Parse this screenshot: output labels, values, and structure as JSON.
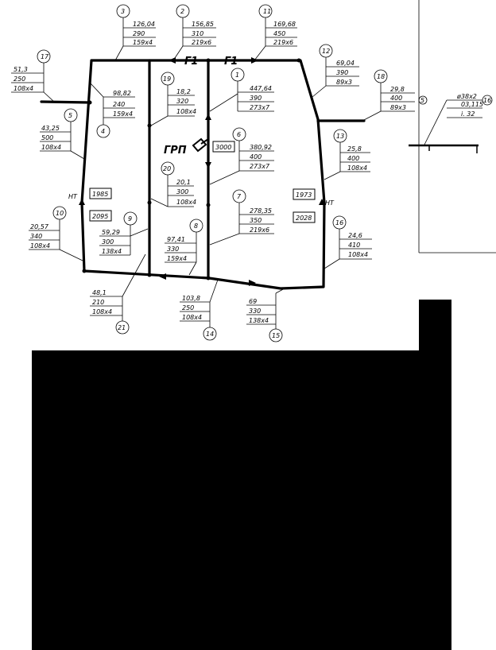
{
  "gas_line": "Г1",
  "station": {
    "label": "ГРП",
    "value": "3000"
  },
  "nt_label": "НТ",
  "box_values": {
    "b1985": "1985",
    "b2095": "2095",
    "b1973": "1973",
    "b2028": "2028",
    "b3000": "3000"
  },
  "detail": {
    "n": "16",
    "l1": "ø38x2",
    "l2": "03,115",
    "l3": "i. 32",
    "circle": "5"
  },
  "sections": {
    "s1": {
      "n": "1",
      "flow": "447,64",
      "len": "390",
      "dia": "273x7"
    },
    "s2": {
      "n": "2",
      "flow": "156,85",
      "len": "310",
      "dia": "219x6"
    },
    "s3": {
      "n": "3",
      "flow": "126,04",
      "len": "290",
      "dia": "159x4"
    },
    "s4": {
      "n": "4",
      "flow": "98,82",
      "len": "240",
      "dia": "159x4"
    },
    "s5": {
      "n": "5",
      "flow": "43,25",
      "len": "500",
      "dia": "108x4"
    },
    "s6": {
      "n": "6",
      "flow": "380,92",
      "len": "400",
      "dia": "273x7"
    },
    "s7": {
      "n": "7",
      "flow": "278,35",
      "len": "350",
      "dia": "219x6"
    },
    "s8": {
      "n": "8",
      "flow": "97,41",
      "len": "330",
      "dia": "159x4"
    },
    "s9": {
      "n": "9",
      "flow": "59,29",
      "len": "300",
      "dia": "138x4"
    },
    "s10": {
      "n": "10",
      "flow": "20,57",
      "len": "340",
      "dia": "108x4"
    },
    "s11": {
      "n": "11",
      "flow": "169,68",
      "len": "450",
      "dia": "219x6"
    },
    "s12": {
      "n": "12",
      "flow": "69,04",
      "len": "390",
      "dia": "89x3"
    },
    "s13": {
      "n": "13",
      "flow": "25,8",
      "len": "400",
      "dia": "108x4"
    },
    "s14": {
      "n": "14",
      "flow": "103,8",
      "len": "250",
      "dia": "108x4"
    },
    "s15": {
      "n": "15",
      "flow": "69",
      "len": "330",
      "dia": "138x4"
    },
    "s16": {
      "n": "16",
      "flow": "24,6",
      "len": "410",
      "dia": "108x4"
    },
    "s17": {
      "n": "17",
      "flow": "51,3",
      "len": "250",
      "dia": "108x4"
    },
    "s18": {
      "n": "18",
      "flow": "29,8",
      "len": "400",
      "dia": "89x3"
    },
    "s19": {
      "n": "19",
      "flow": "18,2",
      "len": "320",
      "dia": "108x4"
    },
    "s20": {
      "n": "20",
      "flow": "20,1",
      "len": "300",
      "dia": "108x4"
    },
    "s21": {
      "n": "21",
      "flow": "48,1",
      "len": "210",
      "dia": "108x4"
    }
  }
}
